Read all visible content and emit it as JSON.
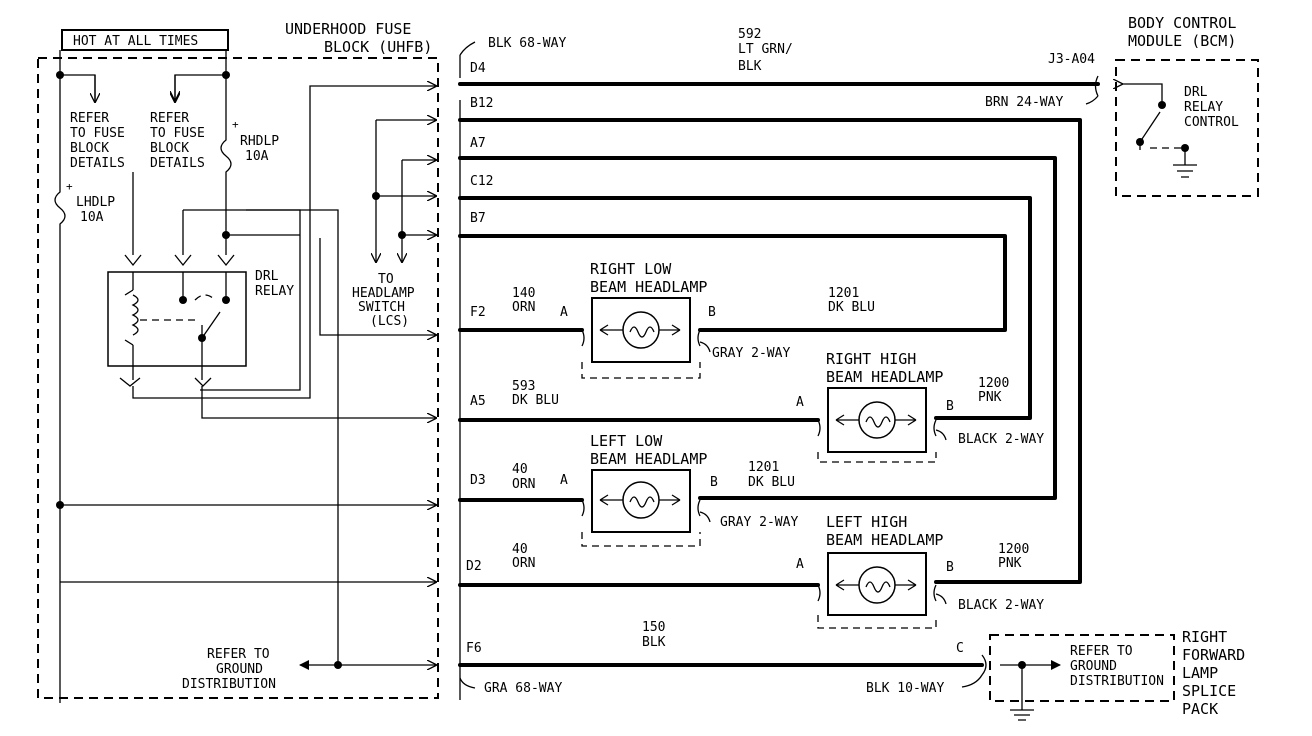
{
  "header": {
    "hot_at_all_times": "HOT AT ALL TIMES"
  },
  "uhfb": {
    "title_line1": "UNDERHOOD FUSE",
    "title_line2": "BLOCK (UHFB)",
    "connector_top": "BLK 68-WAY",
    "connector_bottom": "GRA 68-WAY",
    "refer_fuse_1": [
      "REFER",
      "TO FUSE",
      "BLOCK",
      "DETAILS"
    ],
    "refer_fuse_2": [
      "REFER",
      "TO FUSE",
      "BLOCK",
      "DETAILS"
    ],
    "rhdlp_fuse": [
      "RHDLP",
      "10A"
    ],
    "lhdlp_fuse": [
      "LHDLP",
      "10A"
    ],
    "drl_relay": [
      "DRL",
      "RELAY"
    ],
    "to_headlamp_switch": [
      "TO",
      "HEADLAMP",
      "SWITCH",
      "(LCS)"
    ],
    "refer_ground": [
      "REFER TO",
      "GROUND",
      "DISTRIBUTION"
    ]
  },
  "bcm": {
    "title_line1": "BODY CONTROL",
    "title_line2": "MODULE (BCM)",
    "connector": "J3-A04",
    "drl_relay_control": [
      "DRL",
      "RELAY",
      "CONTROL"
    ],
    "brn_connector": "BRN 24-WAY"
  },
  "pins": {
    "d4": "D4",
    "b12": "B12",
    "a7": "A7",
    "c12": "C12",
    "b7": "B7",
    "f2": "F2",
    "a5": "A5",
    "d3": "D3",
    "d2": "D2",
    "f6": "F6"
  },
  "wires": {
    "w592": [
      "592",
      "LT GRN/",
      "BLK"
    ],
    "w140": [
      "140",
      "ORN"
    ],
    "w1201_top": [
      "1201",
      "DK BLU"
    ],
    "w593": [
      "593",
      "DK BLU"
    ],
    "w1200_top": [
      "1200",
      "PNK"
    ],
    "w40_a": [
      "40",
      "ORN"
    ],
    "w1201_mid": [
      "1201",
      "DK BLU"
    ],
    "w40_b": [
      "40",
      "ORN"
    ],
    "w1200_bot": [
      "1200",
      "PNK"
    ],
    "w150": [
      "150",
      "BLK"
    ]
  },
  "lamps": {
    "right_low": [
      "RIGHT LOW",
      "BEAM HEADLAMP"
    ],
    "right_high": [
      "RIGHT HIGH",
      "BEAM HEADLAMP"
    ],
    "left_low": [
      "LEFT LOW",
      "BEAM HEADLAMP"
    ],
    "left_high": [
      "LEFT HIGH",
      "BEAM HEADLAMP"
    ],
    "pin_a": "A",
    "pin_b": "B",
    "pin_c": "C",
    "gray_2way": "GRAY 2-WAY",
    "black_2way": "BLACK 2-WAY"
  },
  "splice": {
    "refer_ground": [
      "REFER TO",
      "GROUND",
      "DISTRIBUTION"
    ],
    "connector": "BLK 10-WAY",
    "title": [
      "RIGHT",
      "FORWARD",
      "LAMP",
      "SPLICE",
      "PACK"
    ]
  }
}
